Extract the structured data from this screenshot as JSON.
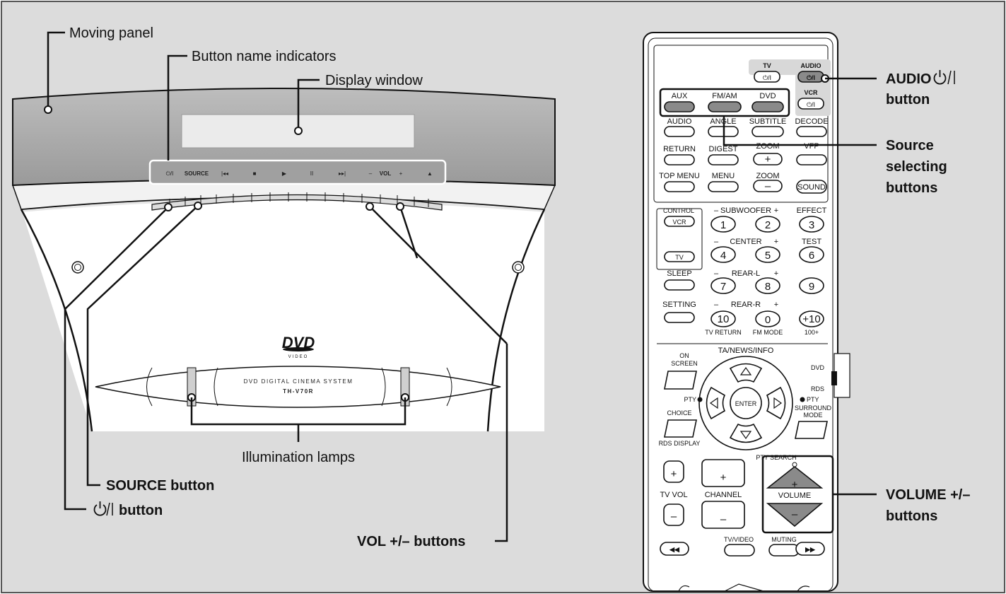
{
  "callouts": {
    "moving_panel": "Moving panel",
    "button_name_indicators": "Button name indicators",
    "display_window": "Display window",
    "illumination_lamps": "Illumination lamps",
    "source_button": "SOURCE button",
    "power_button": "button",
    "vol_buttons": "VOL +/– buttons",
    "audio_button_line1": "AUDIO",
    "audio_button_line2": "button",
    "source_selecting_line1": "Source",
    "source_selecting_line2": "selecting",
    "source_selecting_line3": "buttons",
    "volume_buttons_line1": "VOLUME +/–",
    "volume_buttons_line2": "buttons"
  },
  "unit": {
    "panel_labels": [
      "SOURCE",
      "VOL"
    ],
    "panel_symbols": [
      "⏻/I",
      "|◂◂",
      "■",
      "▶",
      "II",
      "▸▸|",
      "–",
      "+",
      "▲"
    ],
    "logo_text": "DVD",
    "logo_sub": "VIDEO",
    "model_line1": "DVD DIGITAL CINEMA SYSTEM",
    "model_line2": "TH-V70R"
  },
  "remote": {
    "tv": "TV",
    "audio": "AUDIO",
    "vcr": "VCR",
    "power_symbol": "⏻/I",
    "aux": "AUX",
    "fmam": "FM/AM",
    "dvd": "DVD",
    "audio_key": "AUDIO",
    "angle": "ANGLE",
    "subtitle": "SUBTITLE",
    "decode": "DECODE",
    "return": "RETURN",
    "digest": "DIGEST",
    "zoom_top": "ZOOM",
    "vfp": "VFP",
    "top_menu": "TOP MENU",
    "menu": "MENU",
    "zoom": "ZOOM",
    "sound": "SOUND",
    "control": "CONTROL",
    "subwoofer": "SUBWOOFER",
    "effect": "EFFECT",
    "ctl_vcr": "VCR",
    "ctl_tv": "TV",
    "center": "CENTER",
    "test": "TEST",
    "sleep": "SLEEP",
    "rear_l": "REAR-L",
    "setting": "SETTING",
    "rear_r": "REAR-R",
    "tv_return": "TV RETURN",
    "fm_mode": "FM MODE",
    "hundred_plus": "100+",
    "digits": [
      "1",
      "2",
      "3",
      "4",
      "5",
      "6",
      "7",
      "8",
      "9",
      "10",
      "0",
      "+10"
    ],
    "ta_news_info": "TA/NEWS/INFO",
    "on_screen_1": "ON",
    "on_screen_2": "SCREEN",
    "enter": "ENTER",
    "pty_left": "PTY",
    "pty_right": "PTY",
    "surround_1": "SURROUND",
    "surround_2": "MODE",
    "choice": "CHOICE",
    "rds_display": "RDS DISPLAY",
    "pty_search": "PTY SEARCH",
    "dvd_switch": "DVD",
    "rds_switch": "RDS",
    "tv_vol": "TV VOL",
    "channel": "CHANNEL",
    "volume": "VOLUME",
    "tv_video": "TV/VIDEO",
    "muting": "MUTING"
  }
}
